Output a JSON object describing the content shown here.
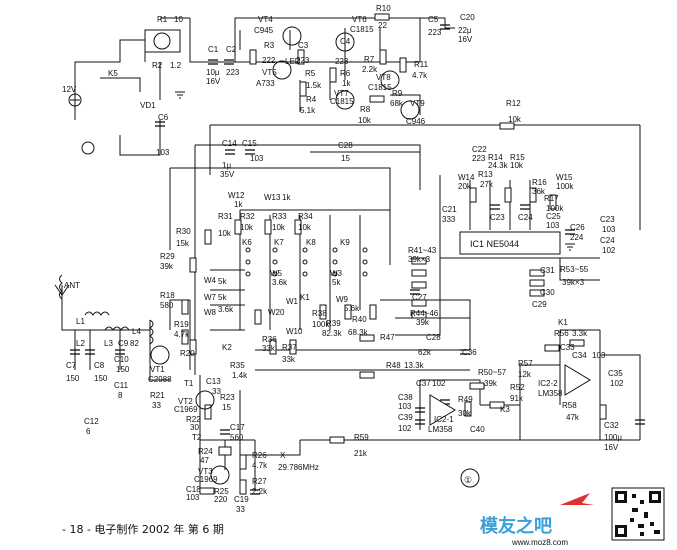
{
  "diagram": {
    "labels": {
      "R1": "R1",
      "R1v": "10",
      "R2": "R2",
      "R2v": "1.2",
      "K5": "K5",
      "VD1": "VD1",
      "12V": "12V",
      "C1": "C1",
      "C1v": "10μ",
      "C1u": "16V",
      "C2": "C2",
      "C2v": "223",
      "VT4": "VT4",
      "C945": "C945",
      "R3": "R3",
      "R3v": "222",
      "LED": "LED",
      "VT5": "VT5",
      "A733": "A733",
      "R5": "R5",
      "R5v": "1.5k",
      "R4": "R4",
      "R4v": "5.1k",
      "C3": "C3",
      "C3v": "223",
      "VT6": "VT6",
      "C1815": "C1815",
      "C4": "C4",
      "C4v": "223",
      "R6": "R6",
      "R6v": "1k",
      "R7": "R7",
      "R7v": "2.2k",
      "VT7": "VT7",
      "VT7t": "C1815",
      "VT8": "VT8",
      "VT8t": "C1815",
      "R8": "R8",
      "R8v": "10k",
      "R9": "R9",
      "R9v": "68k",
      "R10": "R10",
      "R10v": "22",
      "C5": "C5",
      "C5v": "223",
      "C20": "C20",
      "C20v": "22μ",
      "C20u": "16V",
      "R11": "R11",
      "R11v": "4.7k",
      "VT9": "VT9",
      "C946": "C946",
      "R12": "R12",
      "R12v": "10k",
      "C6": "C6",
      "C6v": "103",
      "C14": "C14",
      "C14v": "1μ",
      "C14u": "35V",
      "C15": "C15",
      "C15v": "103",
      "C28": "C28",
      "C28v": "15",
      "C22": "C22",
      "C22v": "223",
      "R14": "R14",
      "R14v": "24.3k",
      "R15": "R15",
      "R15v": "10k",
      "W14": "W14",
      "W14v": "20k",
      "R13": "R13",
      "R13v": "27k",
      "R16": "R16",
      "R16v": "36k",
      "W15": "W15",
      "W15v": "100k",
      "R17": "R17",
      "R17v": "100k",
      "C21": "C21",
      "C21v": "333",
      "C23": "C23",
      "C24": "C24",
      "C25": "C25",
      "C25v": "103",
      "C26": "C26",
      "C26v": "224",
      "C23r": "C23",
      "C23rv": "103",
      "C24r": "C24",
      "C24rv": "102",
      "IC1": "IC1 NE5044",
      "W12": "W12",
      "W12v": "1k",
      "W13": "W13",
      "W13v": "1k",
      "R31": "R31",
      "R31v": "10k",
      "R32": "R32",
      "R32v": "10k",
      "R33": "R33",
      "R33v": "10k",
      "R34": "R34",
      "R34v": "10k",
      "R30": "R30",
      "R30v": "15k",
      "R29": "R29",
      "R29v": "39k",
      "K6": "K6",
      "K7": "K7",
      "K8": "K8",
      "K9": "K9",
      "R41": "R41~43",
      "R41v": "39k×3",
      "C27": "C27",
      "R44": "R44~46",
      "R44v": "39k",
      "R53": "R53~55",
      "R53v": "39k×3",
      "C29": "C29",
      "C30": "C30",
      "C31": "C31",
      "ANT": "ANT",
      "L1": "L1",
      "L2": "L2",
      "L3": "L3",
      "L4": "L4",
      "C7": "C7",
      "C7v": "150",
      "C8": "C8",
      "C8v": "150",
      "C9": "C9",
      "C9v": "82",
      "C10": "C10",
      "C10v": "150",
      "C11": "C11",
      "C11v": "8",
      "C12": "C12",
      "C12v": "6",
      "R18": "R18",
      "R18v": "580",
      "R19": "R19",
      "R19v": "4.7k",
      "VT1": "VT1",
      "VT1t": "C2988",
      "R21": "R21",
      "R21v": "33",
      "R20": "R20",
      "W4": "W4",
      "W4v": "5k",
      "W7": "W7",
      "W7v": "5k",
      "W8": "W8",
      "W8v": "3.6k",
      "W5": "W5",
      "W5v": "3.6k",
      "W9": "W9",
      "W9v": "5.6k",
      "W10": "W10",
      "W1": "W1",
      "W20": "W20",
      "K2": "K2",
      "W3": "W3",
      "W3v": "5k",
      "K1": "K1",
      "R35": "R35",
      "R35v": "1.4k",
      "R36": "R36",
      "R36v": "33k",
      "R37": "R37",
      "R37v": "33k",
      "R38": "R38",
      "R38v": "100k",
      "R39": "R39",
      "R39v": "82.3k",
      "R40": "R40",
      "R40v": "68.3k",
      "R47": "R47",
      "R47v": "62k",
      "C28b": "C28",
      "C36": "C36",
      "R48": "R48",
      "R48v": "13.3k",
      "C37": "C37",
      "C37v": "102",
      "C38": "C38",
      "C38v": "103",
      "C39": "C39",
      "C39v": "102",
      "IC2": "IC2-1",
      "IC2t": "LM358",
      "R49": "R49",
      "R49v": "30k",
      "C40": "C40",
      "R50": "R50~57",
      "R50v": "39k",
      "R52": "R52",
      "R52v": "91k",
      "K3": "K3",
      "R57": "R57",
      "R57v": "12k",
      "R56": "R56",
      "R56v": "3.3k",
      "C33": "C33",
      "C34": "C34",
      "C34v": "103",
      "IC22": "IC2-2",
      "IC22t": "LM358",
      "R58": "R58",
      "R58v": "47k",
      "C35": "C35",
      "C35v": "102",
      "C32": "C32",
      "C32v": "100μ",
      "C32u": "16V",
      "VT2": "VT2",
      "VT2t": "C1969",
      "R22": "R22",
      "R22v": "30",
      "R23": "R23",
      "R23v": "15",
      "C13": "C13",
      "C13v": "33",
      "C17": "C17",
      "C17v": "560",
      "T1": "T1",
      "T2": "T2",
      "R24": "R24",
      "R24v": "47",
      "X": "X",
      "Xv": "29.786MHz",
      "R26": "R26",
      "R26v": "4.7k",
      "R27": "R27",
      "R27v": "2.2k",
      "VT3": "VT3",
      "VT3t": "C1969",
      "C18": "C18",
      "C18v": "103",
      "R25": "R25",
      "R25v": "220",
      "C19": "C19",
      "C19v": "33",
      "R59": "R59",
      "R59v": "21k",
      "circle1": "①"
    },
    "footer": "- 18 - 电子制作 2002 年 第 6 期",
    "watermark": "模友之吧",
    "watermark_url": "www.moz8.com"
  }
}
